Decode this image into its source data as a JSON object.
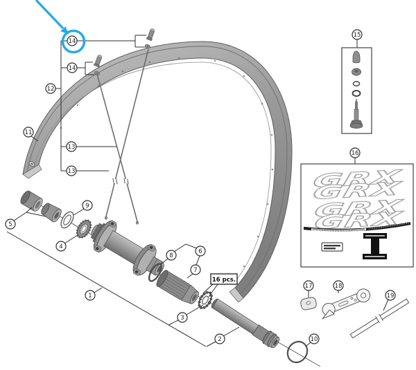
{
  "figure": {
    "type": "exploded-parts-diagram",
    "subject": "bicycle wheel, hub and rim assembly"
  },
  "highlight": {
    "color": "#29a9e2",
    "shape": "circle-with-cursor-arrow",
    "target_callout": "14"
  },
  "callouts": {
    "c1": "1",
    "c2": "2",
    "c3": "3",
    "c4": "4",
    "c5": "5",
    "c6": "6",
    "c7": "7",
    "c8": "8",
    "c9": "9",
    "c10": "10",
    "c11": "11",
    "c12": "12",
    "c13a": "13",
    "c13b": "13",
    "c14a": "14",
    "c14b": "14",
    "c15": "15",
    "c16": "16",
    "c17": "17",
    "c18": "18",
    "c19": "19"
  },
  "labels": {
    "quantity_note": "16 pcs."
  },
  "decal_box": {
    "logos": {
      "l1": "GRX",
      "l2": "GRX",
      "l3": "GRX",
      "l4": "GRX"
    }
  },
  "colors": {
    "line": "#2e2e2e",
    "metal_light": "#c4c4c4",
    "metal_mid": "#9a9a9a",
    "metal_dark": "#6f6f6f",
    "highlight_blue": "#29a9e2"
  }
}
